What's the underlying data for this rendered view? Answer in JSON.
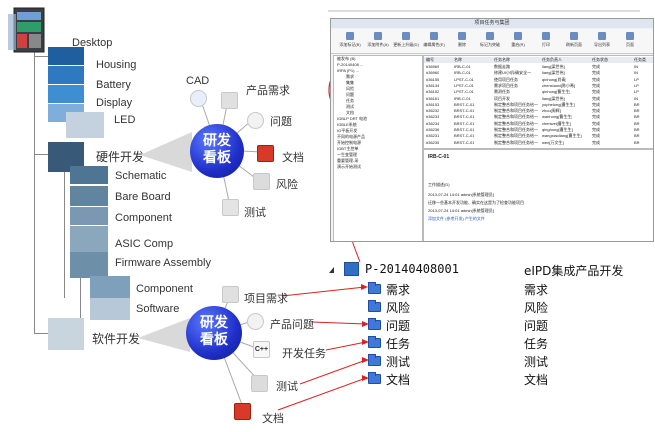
{
  "hardware": {
    "desktop": "Desktop",
    "housing": "Housing",
    "battery": "Battery",
    "display": "Display",
    "led": "LED",
    "hw_dev": "硬件开发",
    "schematic": "Schematic",
    "bare_board": "Bare Board",
    "component": "Component",
    "asic": "ASIC Comp",
    "firmware": "Firmware Assembly",
    "component2": "Component",
    "software": "Software",
    "sw_dev": "软件开发"
  },
  "kanban1": {
    "bubble_line1": "研发",
    "bubble_line2": "看板",
    "cad": "CAD",
    "requirements": "产品需求",
    "issues": "问题",
    "docs": "文档",
    "risk": "风险",
    "test": "测试"
  },
  "kanban2": {
    "bubble_line1": "研发",
    "bubble_line2": "看板",
    "proj_req": "项目需求",
    "prod_issue": "产品问题",
    "dev_task": "开发任务",
    "test": "测试",
    "docs": "文档"
  },
  "project": {
    "id": "P-20140408001",
    "name": "eIPD集成产品开发",
    "items": [
      {
        "left": "需求",
        "right": "需求"
      },
      {
        "left": "风险",
        "right": "风险"
      },
      {
        "left": "问题",
        "right": "问题"
      },
      {
        "left": "任务",
        "right": "任务"
      },
      {
        "left": "测试",
        "right": "测试"
      },
      {
        "left": "文档",
        "right": "文档"
      }
    ]
  },
  "screenshot": {
    "title": "项目任务与集团",
    "toolbar": [
      "添加标记(B)",
      "添加附件(A)",
      "更新上升级(D)",
      "编辑属性(E)",
      "删除",
      "标记为突破",
      "重启(R)",
      "打印",
      "刷新页面",
      "导出列表",
      "页面"
    ],
    "tree": [
      "被发布 (B)",
      "P-20140408 ...",
      "IRPA (P1) ...",
      "需求",
      "集集",
      "风险",
      "问题",
      "任务",
      "测试",
      "文档",
      "IGBLP DRT 电池",
      "IGBLE系统",
      "IG平板开发",
      "不同的电源产品",
      "开始控制电源",
      "IGBT主控单",
      "一生变管理",
      "重要管理-采",
      "演示开始测试"
    ],
    "grid_header": [
      "编号",
      "名称",
      "任务名称",
      "任务负责人",
      "任务状态",
      "任务类"
    ],
    "grid_rows": [
      [
        "#36969",
        "IRB-C-01",
        "数据走路",
        "liang[梁世伟]",
        "完成",
        "IN"
      ],
      [
        "#36960",
        "IRB-C-01",
        "修建UI小机/确安全一",
        "liang[梁世伟]",
        "完成",
        "IN"
      ],
      [
        "#36155",
        "LPST-C-01",
        "使用项目任务",
        "qinhong[肖青]",
        "完成",
        "LP"
      ],
      [
        "#36134",
        "LPST-C-01",
        "需求项目任务",
        "chenxiaoxi[陈小希]",
        "完成",
        "LP"
      ],
      [
        "#36152",
        "LPST-C-01",
        "需测任务",
        "qinhong[曹生生]",
        "完成",
        "LP"
      ],
      [
        "#36161",
        "IRB-C-01",
        "项目开发",
        "liang[梁世伟]",
        "完成",
        "IN"
      ],
      [
        "#36153",
        "BRST-C-01",
        "制定整合和项目任务给一",
        "yuphelong[曹生生]",
        "完成",
        "BR"
      ],
      [
        "#36232",
        "BRST-C-01",
        "制定整合和项目任务给一",
        "zhou[周辉]",
        "完成",
        "BR"
      ],
      [
        "#36233",
        "BRST-C-01",
        "制定整合和项目任务给一",
        "wanhong[曹生生]",
        "完成",
        "BR"
      ],
      [
        "#36234",
        "BRST-C-01",
        "制定整合和项目任务给一",
        "chenwei[曹生生]",
        "完成",
        "BR"
      ],
      [
        "#36236",
        "BRST-C-01",
        "制定整合和项目任务给一",
        "qinghong[曹生生]",
        "完成",
        "BR"
      ],
      [
        "#36231",
        "BRST-C-01",
        "制定整合和项目任务给一",
        "wangxiaoliang[曹生生]",
        "完成",
        "BR"
      ],
      [
        "#36235",
        "BRST-C-01",
        "制定整合和项目任务给一",
        "wen[万文生]",
        "完成",
        "BR"
      ]
    ],
    "detail_title": "IRB-C-01",
    "detail_tab": "工作描述(D)",
    "detail_lines": [
      "2013-07-24 14:01  admin[系统管理员]",
      "迁移一些基本开发功能、确实在这是为了检查功能项目",
      "2013-07-24 14:01  admin[系统管理员]",
      "添加文件 (参考开发) 产生的文件"
    ]
  }
}
